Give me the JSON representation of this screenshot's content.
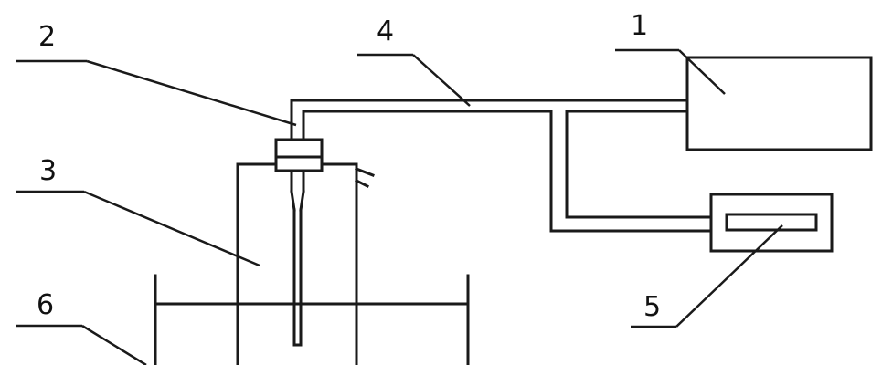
{
  "labels": {
    "n1": "1",
    "n2": "2",
    "n3": "3",
    "n4": "4",
    "n5": "5",
    "n6": "6"
  },
  "colors": {
    "line": "#1a1a1a",
    "background": "#ffffff"
  }
}
